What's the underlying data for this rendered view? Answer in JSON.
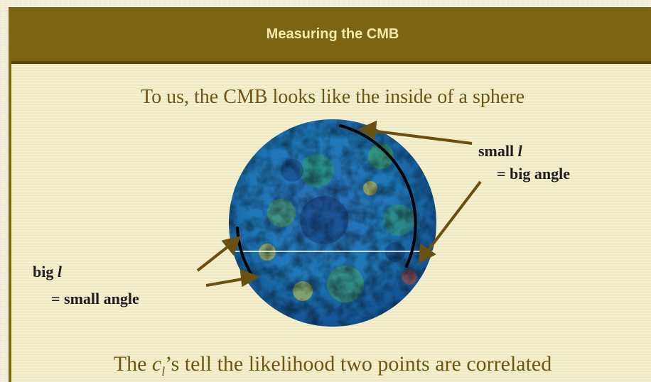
{
  "slide": {
    "title": "Measuring the CMB",
    "headline": "To us, the CMB looks like the inside of a sphere",
    "labels": {
      "small_l_prefix": "small ",
      "small_l_var": "l",
      "small_l_eq": "= big angle",
      "big_l_prefix": "big ",
      "big_l_var": "l",
      "big_l_eq": "= small angle"
    },
    "footer": {
      "prefix": "The ",
      "var": "c",
      "sub": "l",
      "suffix": "’s tell the likelihood two points are correlated"
    }
  },
  "colors": {
    "title_bar": "#7d6412",
    "title_text": "#f5e9ae",
    "body_text": "#6b5615",
    "arrow": "#6a4f12",
    "arc": "#000000"
  }
}
